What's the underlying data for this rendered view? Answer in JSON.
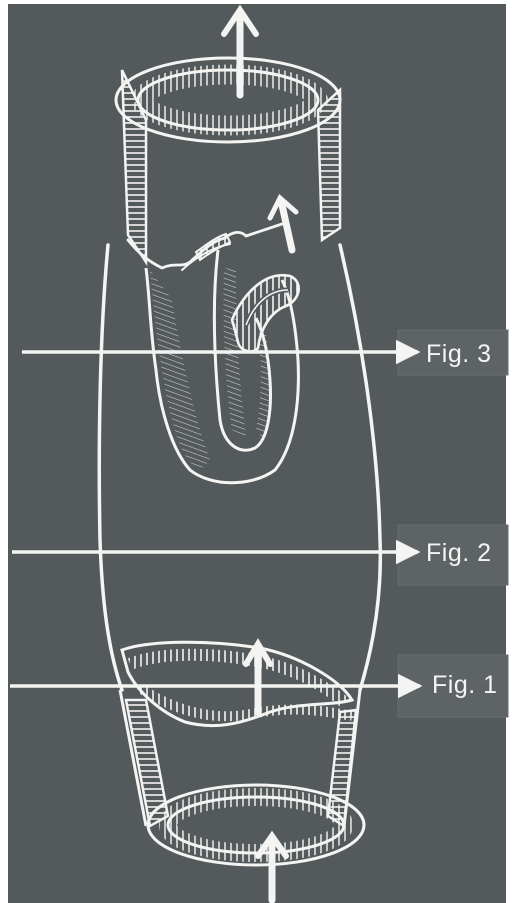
{
  "diagram": {
    "labels": {
      "fig3": "Fig. 3",
      "fig2": "Fig. 2",
      "fig1": "Fig. 1"
    },
    "colors": {
      "background": "#545a5c",
      "chalk": "#f4f4f2",
      "label_box": "#5e6466"
    }
  }
}
